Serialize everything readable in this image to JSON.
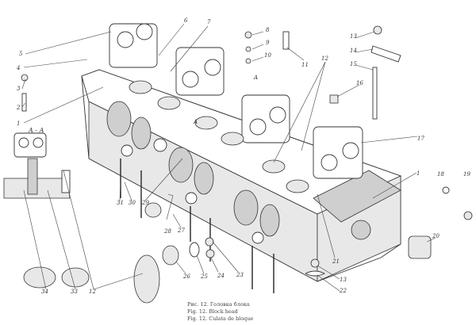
{
  "figure": {
    "section_label": "A - A",
    "section_marks": [
      "A",
      "A"
    ],
    "callouts": [
      "1",
      "2",
      "3",
      "4",
      "5",
      "6",
      "7",
      "8",
      "9",
      "10",
      "11",
      "12",
      "13",
      "14",
      "15",
      "16",
      "17",
      "1",
      "18",
      "19",
      "20",
      "21",
      "13",
      "22",
      "23",
      "24",
      "25",
      "26",
      "27",
      "28",
      "29",
      "30",
      "31",
      "12",
      "33",
      "34"
    ],
    "caption": {
      "ru": "Рис. 12. Головка блока",
      "en": "Fig. 12. Block head",
      "es": "Fig. 12. Culata de bloque"
    }
  }
}
